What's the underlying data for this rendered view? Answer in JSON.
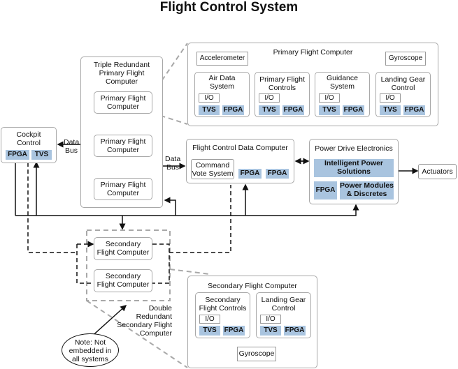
{
  "title": "Flight Control System",
  "cockpit": {
    "label": "Cockpit Control",
    "chips": [
      "FPGA",
      "TVS"
    ]
  },
  "data_bus_label_1": "Data Bus",
  "data_bus_label_2": "Data Bus",
  "triple": {
    "label": "Triple Redundant Primary Flight Computer",
    "computers": [
      "Primary Flight Computer",
      "Primary Flight Computer",
      "Primary Flight Computer"
    ]
  },
  "pfc_detail": {
    "label": "Primary Flight Computer",
    "accelerometer": "Accelerometer",
    "gyroscope": "Gyroscope",
    "subsystems": [
      {
        "label": "Air Data System",
        "io": "I/O",
        "chips": [
          "TVS",
          "FPGA"
        ]
      },
      {
        "label": "Primary Flight Controls",
        "io": "I/O",
        "chips": [
          "TVS",
          "FPGA"
        ]
      },
      {
        "label": "Guidance System",
        "io": "I/O",
        "chips": [
          "TVS",
          "FPGA"
        ]
      },
      {
        "label": "Landing Gear Control",
        "io": "I/O",
        "chips": [
          "TVS",
          "FPGA"
        ]
      }
    ]
  },
  "fcdc": {
    "label": "Flight Control Data Computer",
    "vote": "Command Vote System",
    "chips": [
      "FPGA",
      "FPGA"
    ]
  },
  "pde": {
    "label": "Power Drive Electronics",
    "intelligent": "Intelligent Power Solutions",
    "fpga": "FPGA",
    "modules": "Power Modules & Discretes"
  },
  "actuators": "Actuators",
  "double": {
    "label": "Double Redundant Secondary Flight Computer",
    "computers": [
      "Secondary Flight Computer",
      "Secondary Flight Computer"
    ]
  },
  "sfc_detail": {
    "label": "Secondary Flight Computer",
    "subsystems": [
      {
        "label": "Secondary Flight Controls",
        "io": "I/O",
        "chips": [
          "TVS",
          "FPGA"
        ]
      },
      {
        "label": "Landing Gear Control",
        "io": "I/O",
        "chips": [
          "TVS",
          "FPGA"
        ]
      }
    ],
    "gyroscope": "Gyroscope"
  },
  "note": "Note: Not embedded in all systems",
  "colors": {
    "chip": "#a9c4df",
    "border": "#a8a8a8",
    "line": "#111111",
    "dash_gray": "#a8a8a8"
  }
}
